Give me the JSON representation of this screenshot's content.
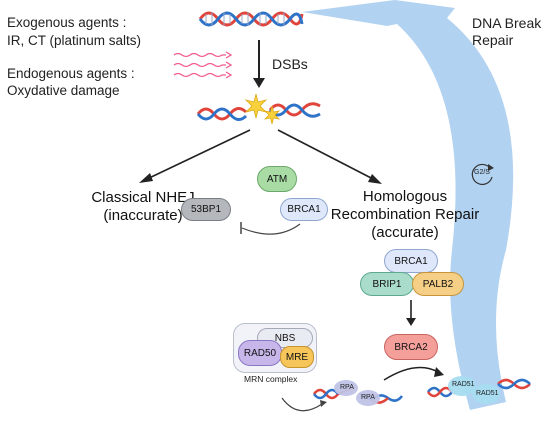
{
  "agents": {
    "exogenous_line1": "Exogenous agents :",
    "exogenous_line2": "IR, CT (platinum salts)",
    "endogenous_line1": "Endogenous agents :",
    "endogenous_line2": "Oxydative damage"
  },
  "dsbs_label": "DSBs",
  "repair_label": {
    "line1": "DNA Break",
    "line2": "Repair"
  },
  "nhej": {
    "line1": "Classical NHEJ",
    "line2": "(inaccurate)"
  },
  "hr": {
    "line1": "Homologous",
    "line2": "Recombination Repair",
    "line3": "(accurate)"
  },
  "cell_cycle_label": "G2/S",
  "proteins": {
    "atm": "ATM",
    "53bp1": "53BP1",
    "brca1_inhibitor": "BRCA1",
    "brca1": "BRCA1",
    "brip1": "BRIP1",
    "palb2": "PALB2",
    "brca2": "BRCA2",
    "nbs": "NBS",
    "rad50": "RAD50",
    "mre": "MRE",
    "rpa_1": "RPA",
    "rpa_2": "RPA",
    "rad51_1": "RAD51",
    "rad51_2": "RAD51"
  },
  "mrn_label": "MRN complex",
  "colors": {
    "dna_red": "#e0453c",
    "dna_blue": "#2f73c9",
    "repair_arrow": "#aacdf0",
    "atm": "#a9dca5",
    "53bp1": "#b4b8bd",
    "brca": "#dfe8fb",
    "brip1": "#a9dccb",
    "palb2": "#f6cf86",
    "brca2": "#f59f9b",
    "rad50": "#c6b6ea",
    "mre": "#f6c65a",
    "nbs": "#e9ebf2",
    "rpa": "#c0c3e6",
    "rad51": "#a6dcf0",
    "damage_star": "#f7d23c",
    "laser": "#f25c8d"
  }
}
